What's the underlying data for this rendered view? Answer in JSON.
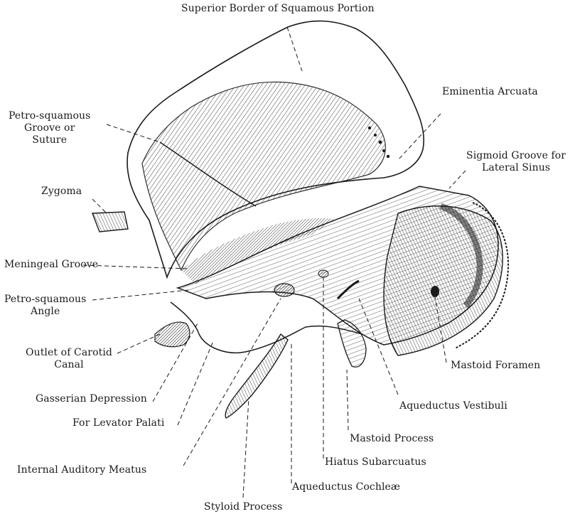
{
  "labels": {
    "superior_border": "Superior Border of Squamous Portion",
    "eminentia_arcuata": "Eminentia Arcuata",
    "petro_squamous_groove": [
      "Petro-squamous",
      "Groove or",
      "Suture"
    ],
    "sigmoid_groove": [
      "Sigmoid Groove for",
      "Lateral Sinus"
    ],
    "zygoma": "Zygoma",
    "meningeal_groove": "Meningeal Groove",
    "petro_squamous_angle": [
      "Petro-squamous",
      "Angle"
    ],
    "outlet_carotid": [
      "Outlet of Carotid",
      "Canal"
    ],
    "mastoid_foramen": "Mastoid Foramen",
    "gasserian_depression": "Gasserian Depression",
    "aqueductus_vestibuli": "Aqueductus Vestibuli",
    "levator_palati": "For Levator Palati",
    "mastoid_process": "Mastoid Process",
    "internal_auditory_meatus": "Internal Auditory Meatus",
    "hiatus_subarcuatus": "Hiatus Subarcuatus",
    "aqueductus_cochleae": "Aqueductus Cochleæ",
    "styloid_process": "Styloid Process"
  },
  "colors": {
    "ink": "#1a1a1a",
    "paper": "#ffffff",
    "shade": "#d9d9d9"
  }
}
